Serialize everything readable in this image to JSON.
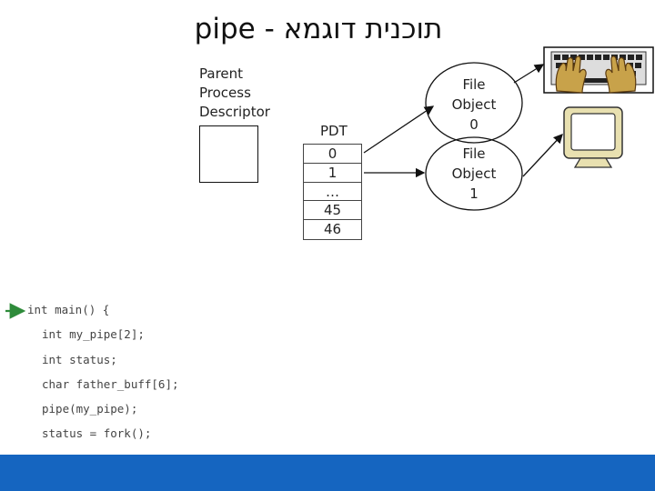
{
  "title": "תוכנית דוגמא - pipe",
  "ppd": {
    "lines": [
      "Parent",
      "Process",
      "Descriptor"
    ]
  },
  "pdt": {
    "label": "PDT",
    "rows": [
      "0",
      "1",
      "…",
      "45",
      "46"
    ]
  },
  "file_objects": [
    {
      "lines": [
        "File",
        "Object",
        "0"
      ]
    },
    {
      "lines": [
        "File",
        "Object",
        "1"
      ]
    }
  ],
  "code": {
    "lines": [
      "int main() {",
      "int my_pipe[2];",
      "int status;",
      "char father_buff[6];",
      "pipe(my_pipe);",
      "status = fork();"
    ]
  },
  "icons": [
    "keyboard-icon",
    "monitor-icon"
  ],
  "colors": {
    "footer": "#1565c0",
    "arrow": "#2e8b3a"
  }
}
